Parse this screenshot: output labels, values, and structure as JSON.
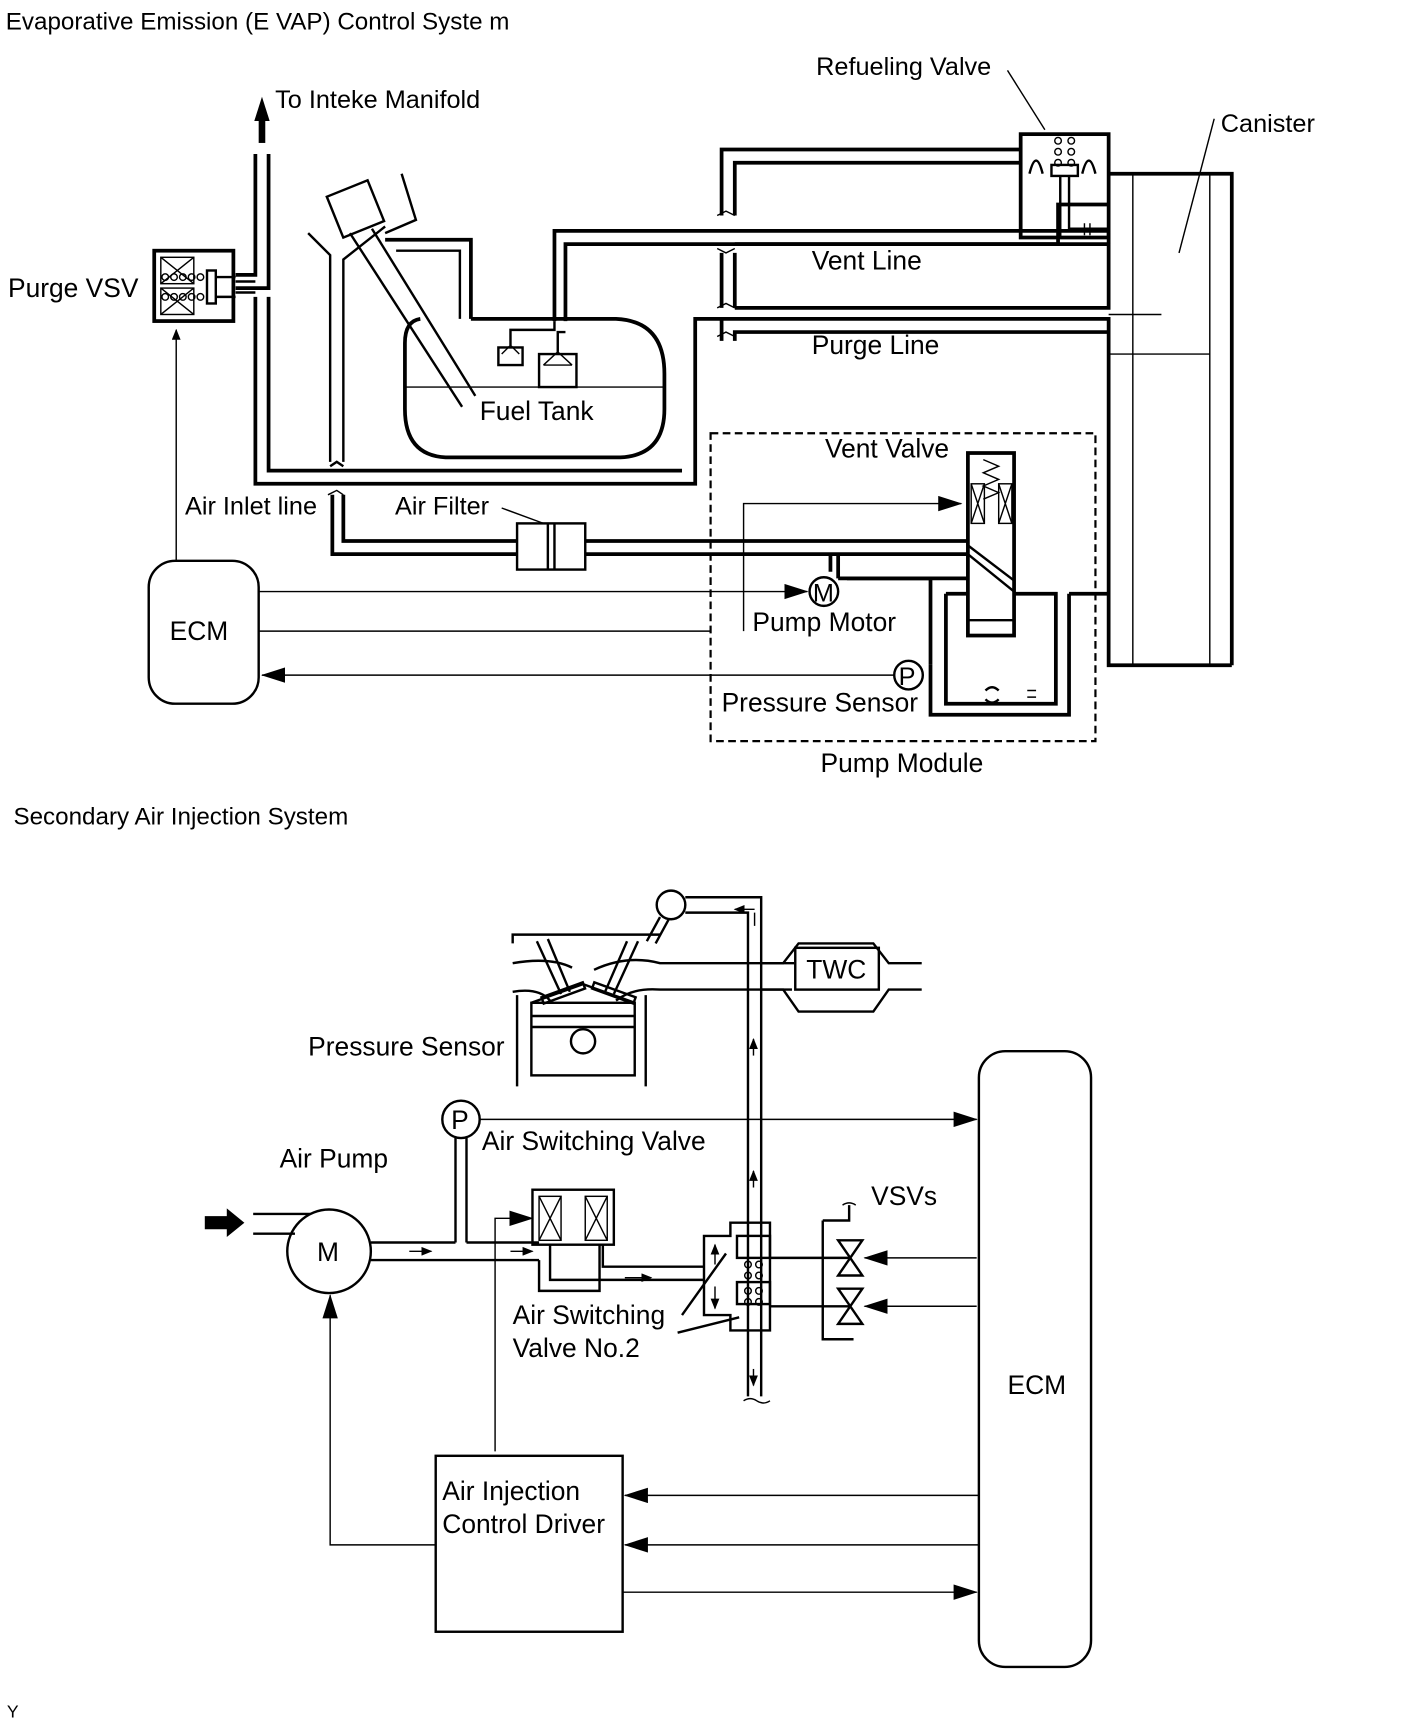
{
  "evap": {
    "title": "Evaporative Emission (E   VAP) Control Syste  m",
    "labels": {
      "to_intake": "To Inteke Manifold",
      "refueling_valve": "Refueling Valve",
      "canister": "Canister",
      "purge_vsv": "Purge VSV",
      "vent_line": "Vent Line",
      "purge_line": "Purge Line",
      "fuel_tank": "Fuel Tank",
      "vent_valve": "Vent Valve",
      "air_inlet_line": "Air Inlet line",
      "air_filter": "Air Filter",
      "ecm": "ECM",
      "pump_motor": "Pump Motor",
      "pump_motor_symbol": "M",
      "pressure_sensor": "Pressure Sensor",
      "pressure_sensor_symbol": "P",
      "pump_module": "Pump Module"
    }
  },
  "air": {
    "title": "Secondary Air Injection System",
    "labels": {
      "twc": "TWC",
      "pressure_sensor": "Pressure Sensor",
      "pressure_symbol": "P",
      "air_switching_valve": "Air Switching Valve",
      "air_pump": "Air Pump",
      "motor_symbol": "M",
      "vsvs": "VSVs",
      "asv2_line1": "Air Switching",
      "asv2_line2": "Valve No.2",
      "ecm": "ECM",
      "driver_line1": "Air Injection",
      "driver_line2": "Control Driver"
    }
  },
  "footer": {
    "code": "Y"
  }
}
